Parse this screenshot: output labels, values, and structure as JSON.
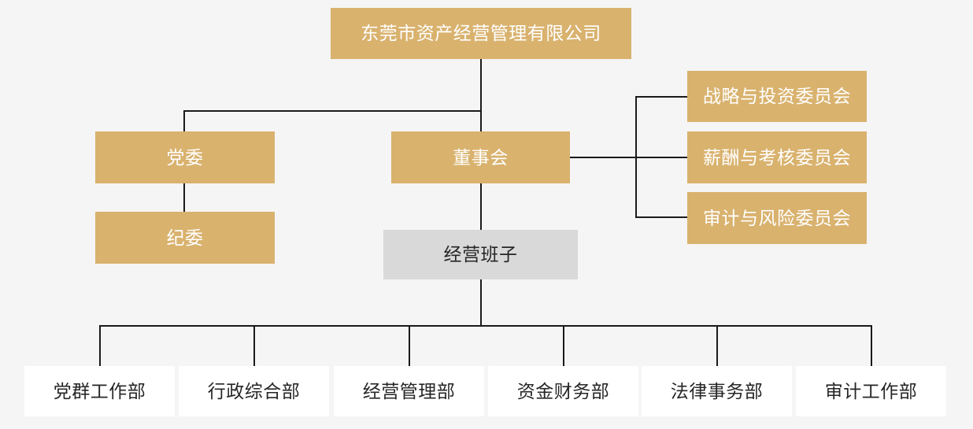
{
  "org_chart": {
    "type": "organization-chart",
    "root": {
      "label": "东莞市资产经营管理有限公司"
    },
    "party_committee": {
      "label": "党委"
    },
    "discipline_committee": {
      "label": "纪委"
    },
    "board": {
      "label": "董事会"
    },
    "board_committees": [
      {
        "label": "战略与投资委员会"
      },
      {
        "label": "薪酬与考核委员会"
      },
      {
        "label": "审计与风险委员会"
      }
    ],
    "management_team": {
      "label": "经营班子"
    },
    "departments": [
      {
        "label": "党群工作部"
      },
      {
        "label": "行政综合部"
      },
      {
        "label": "经营管理部"
      },
      {
        "label": "资金财务部"
      },
      {
        "label": "法律事务部"
      },
      {
        "label": "审计工作部"
      }
    ],
    "edges": [
      {
        "from": "东莞市资产经营管理有限公司",
        "to": "党委"
      },
      {
        "from": "东莞市资产经营管理有限公司",
        "to": "董事会"
      },
      {
        "from": "党委",
        "to": "纪委"
      },
      {
        "from": "董事会",
        "to": "战略与投资委员会"
      },
      {
        "from": "董事会",
        "to": "薪酬与考核委员会"
      },
      {
        "from": "董事会",
        "to": "审计与风险委员会"
      },
      {
        "from": "董事会",
        "to": "经营班子"
      },
      {
        "from": "经营班子",
        "to": "党群工作部"
      },
      {
        "from": "经营班子",
        "to": "行政综合部"
      },
      {
        "from": "经营班子",
        "to": "经营管理部"
      },
      {
        "from": "经营班子",
        "to": "资金财务部"
      },
      {
        "from": "经营班子",
        "to": "法律事务部"
      },
      {
        "from": "经营班子",
        "to": "审计工作部"
      }
    ],
    "colors": {
      "gold_box": "#d9b26e",
      "gray_box": "#d9d9d9",
      "white_box": "#ffffff",
      "line": "#1a1a1a",
      "background": "#f5f5f5",
      "text_on_gold": "#ffffff",
      "text_dark": "#262626"
    }
  }
}
